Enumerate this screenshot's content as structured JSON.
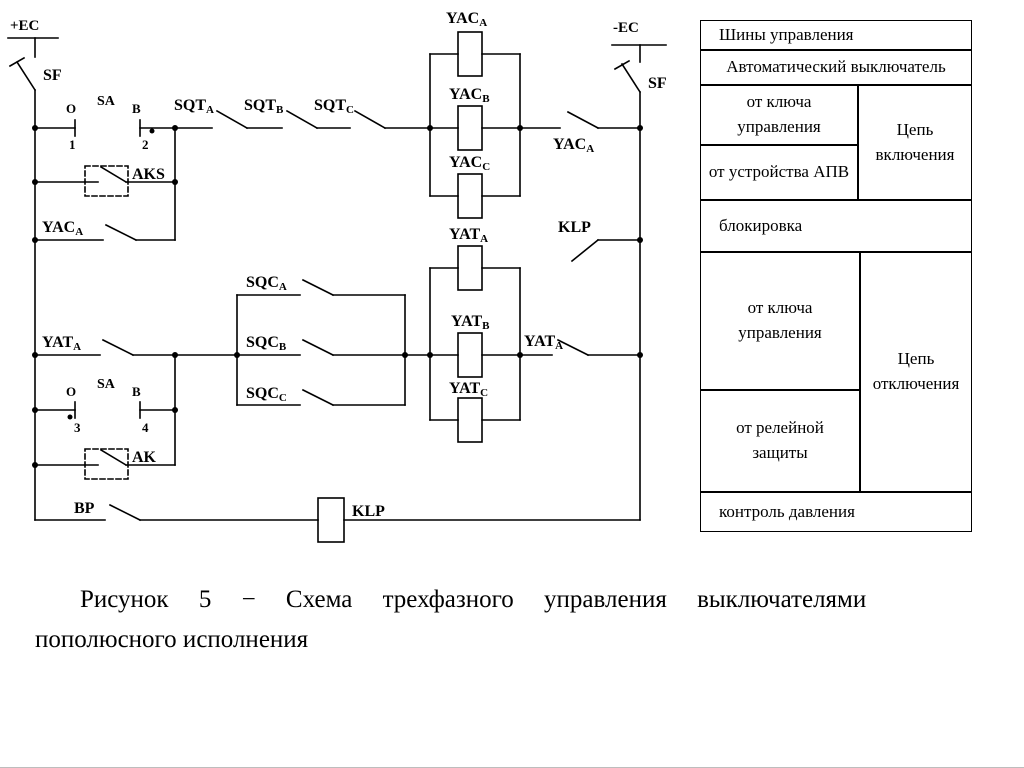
{
  "colors": {
    "ink": "#000000",
    "background": "#ffffff"
  },
  "circuit": {
    "plus_bus_label": "+EC",
    "minus_bus_label": "-EC",
    "breaker_label": "SF",
    "key_label": "SA",
    "key1": {
      "off_letter": "О",
      "on_letter": "В",
      "off_num": "1",
      "on_num": "2"
    },
    "key2": {
      "off_letter": "О",
      "on_letter": "В",
      "off_num": "3",
      "on_num": "4"
    },
    "sqt": "SQT",
    "sqc": "SQC",
    "yac": "YAC",
    "yat": "YAT",
    "sub_a": "A",
    "sub_b": "B",
    "sub_c": "C",
    "aks_label": "AKS",
    "ak_label": "AK",
    "bp_label": "BP",
    "klp_label": "KLP"
  },
  "table": {
    "buses": "Шины управления",
    "breaker": "Автоматический выключатель",
    "from_key_close": "от ключа управления",
    "from_apv": "от устройства АПВ",
    "closing_circuit": "Цепь включения",
    "blocking": "блокировка",
    "from_key_trip": "от ключа управления",
    "from_relay": "от релейной защиты",
    "tripping_circuit": "Цепь отключения",
    "pressure": "контроль давления"
  },
  "caption": {
    "line1": "Рисунок 5 − Схема трехфазного управления выключателями",
    "line2": "пополюсного исполнения"
  }
}
